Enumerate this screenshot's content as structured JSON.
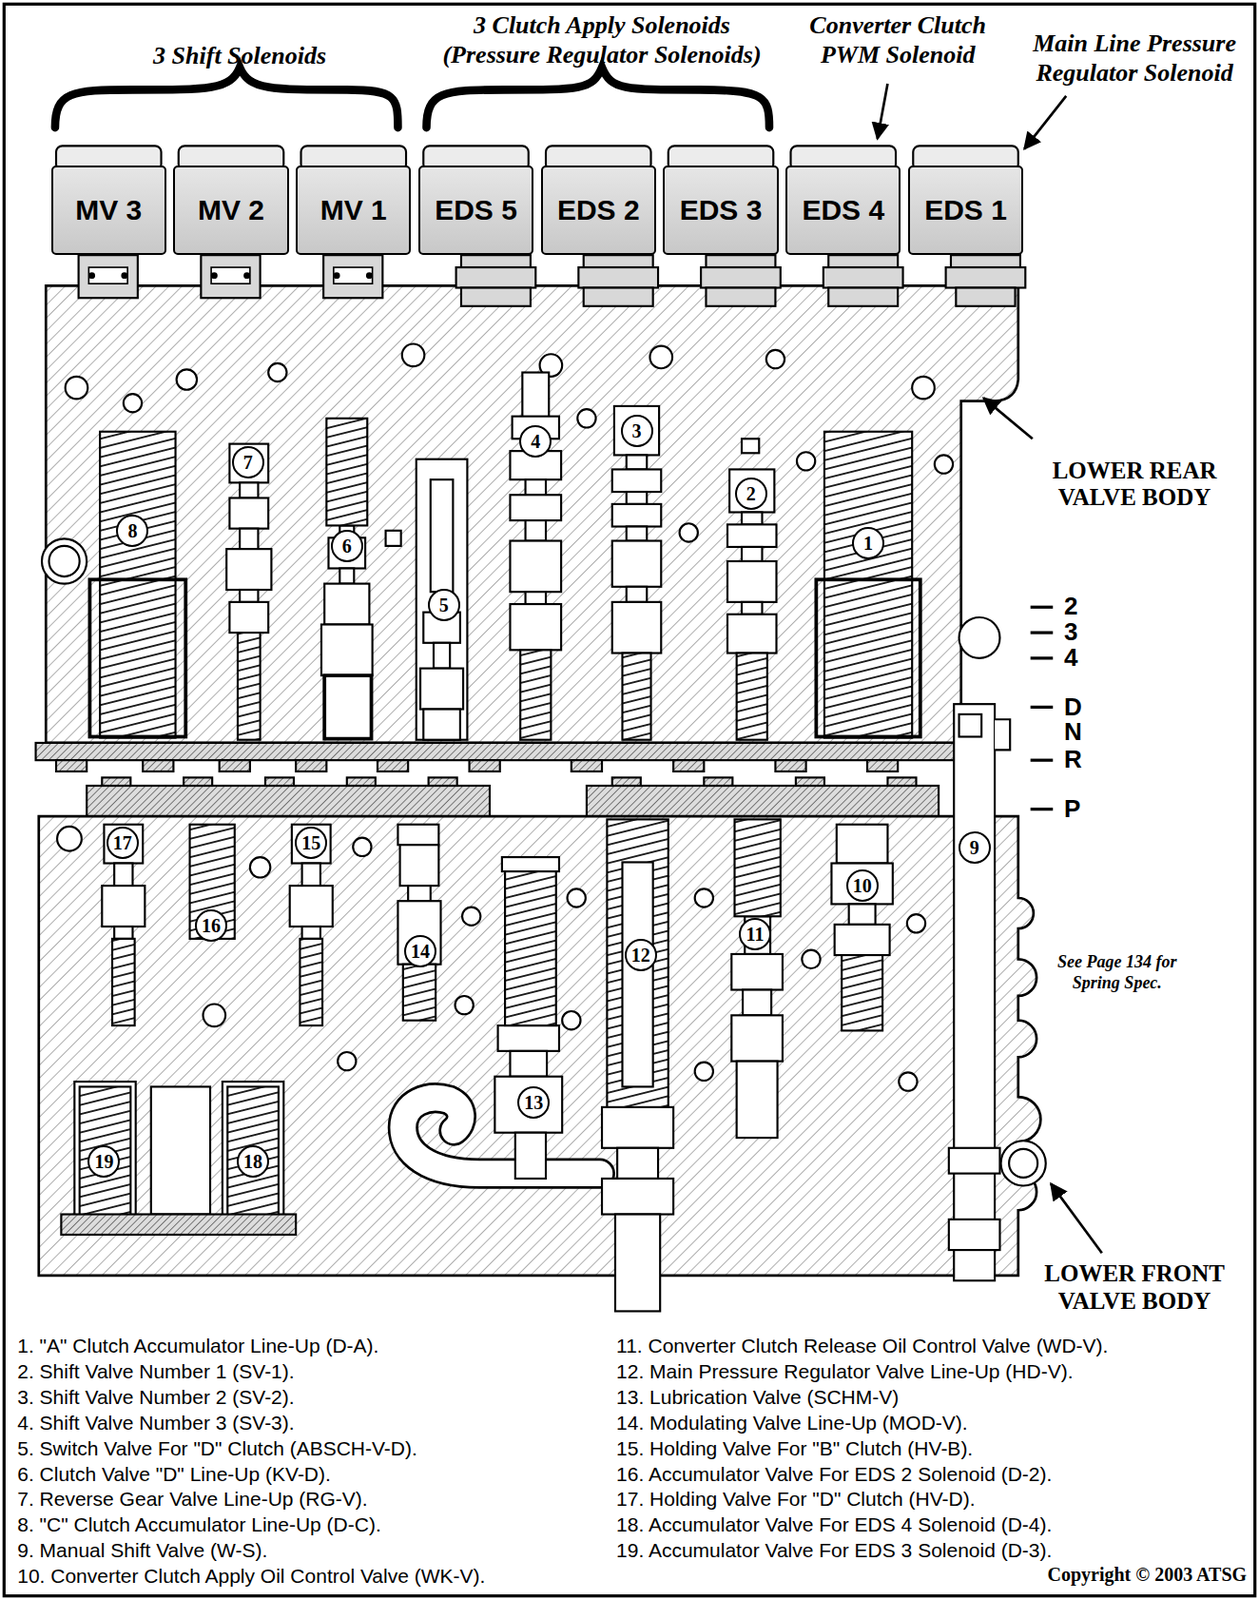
{
  "diagram": {
    "nodes": [
      {
        "text": [
          "MV 3"
        ]
      },
      {
        "text": [
          "MV 2"
        ]
      },
      {
        "text": [
          "MV 1"
        ]
      },
      {
        "text": [
          "EDS 5"
        ]
      },
      {
        "text": [
          "EDS 2"
        ]
      },
      {
        "text": [
          "EDS 3"
        ]
      },
      {
        "text": [
          "EDS 4"
        ]
      },
      {
        "text": [
          "EDS 1"
        ]
      },
      {
        "text": [
          "1"
        ]
      },
      {
        "text": [
          "2"
        ]
      },
      {
        "text": [
          "3"
        ]
      },
      {
        "text": [
          "4"
        ]
      },
      {
        "text": [
          "5"
        ]
      },
      {
        "text": [
          "6"
        ]
      },
      {
        "text": [
          "7"
        ]
      },
      {
        "text": [
          "8"
        ]
      },
      {
        "text": [
          "9"
        ]
      },
      {
        "text": [
          "10"
        ]
      },
      {
        "text": [
          "11"
        ]
      },
      {
        "text": [
          "12"
        ]
      },
      {
        "text": [
          "13"
        ]
      },
      {
        "text": [
          "14"
        ]
      },
      {
        "text": [
          "15"
        ]
      },
      {
        "text": [
          "16"
        ]
      },
      {
        "text": [
          "17"
        ]
      },
      {
        "text": [
          "18"
        ]
      },
      {
        "text": [
          "19"
        ]
      }
    ],
    "labels": [
      "3 Shift Solenoids",
      "3 Clutch Apply Solenoids (Pressure Regulator Solenoids)",
      "Converter Clutch PWM Solenoid",
      "Main Line Pressure Regulator Solenoid",
      "LOWER REAR VALVE BODY",
      "2",
      "3",
      "4",
      "D",
      "N",
      "R",
      "P",
      "See Page 134 for Spring Spec.",
      "LOWER FRONT VALVE BODY",
      "1. \"A\" Clutch Accumulator Line-Up (D-A).",
      "2. Shift Valve Number 1 (SV-1).",
      "3. Shift Valve Number 2 (SV-2).",
      "4. Shift Valve Number 3 (SV-3).",
      "5. Switch Valve For \"D\" Clutch (ABSCH-V-D).",
      "6. Clutch Valve \"D\" Line-Up (KV-D).",
      "7. Reverse Gear Valve Line-Up (RG-V).",
      "8. \"C\" Clutch Accumulator Line-Up (D-C).",
      "9. Manual Shift Valve (W-S).",
      "10. Converter Clutch Apply Oil Control Valve (WK-V).",
      "11. Converter Clutch Release Oil Control Valve (WD-V).",
      "12. Main Pressure Regulator Valve Line-Up (HD-V).",
      "13. Lubrication Valve (SCHM-V)",
      "14. Modulating Valve Line-Up (MOD-V).",
      "15. Holding Valve For \"B\" Clutch (HV-B).",
      "16. Accumulator Valve For EDS 2 Solenoid (D-2).",
      "17. Holding Valve For \"D\" Clutch (HV-D).",
      "18. Accumulator Valve For EDS 4 Solenoid (D-4).",
      "19. Accumulator Valve For EDS 3 Solenoid (D-3).",
      "Copyright © 2003 ATSG"
    ]
  }
}
